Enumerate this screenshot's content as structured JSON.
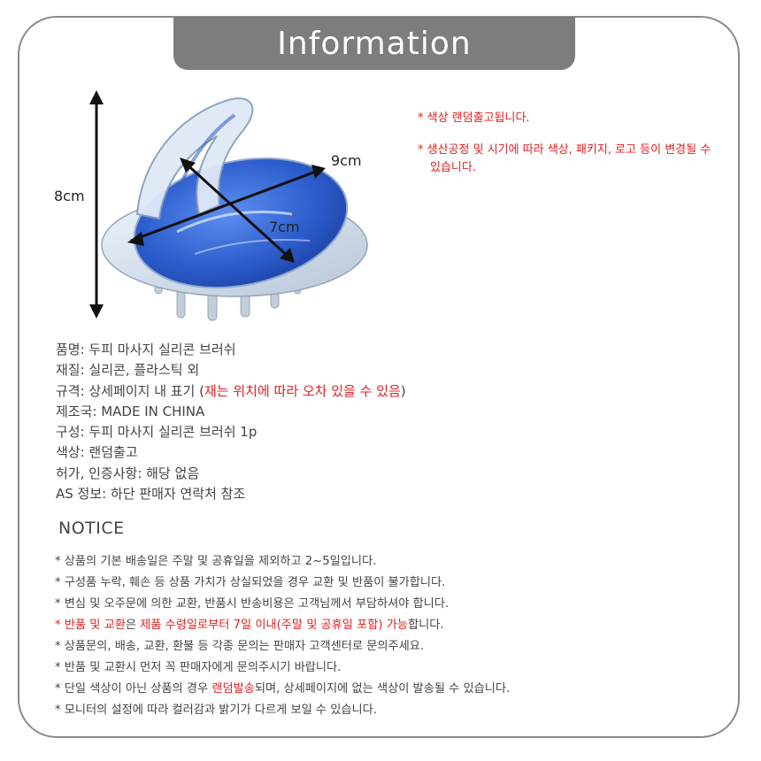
{
  "header": {
    "title": "Information"
  },
  "dimensions": {
    "height": "8cm",
    "width": "9cm",
    "depth": "7cm"
  },
  "notes": [
    "* 색상 랜덤출고됩니다.",
    "* 생산공정 및 시기에 따라 색상, 패키지, 로고 등이 변경될 수 있습니다."
  ],
  "specs": [
    {
      "text": "품명: 두피 마사지 실리콘 브러쉬"
    },
    {
      "text": "재질: 실리콘, 플라스틱 외"
    },
    {
      "text": "규격: 상세페이지 내 표기 (",
      "highlight": "재는 위치에 따라 오차 있을 수 있음",
      "suffix": ")"
    },
    {
      "text": "제조국: MADE IN CHINA"
    },
    {
      "text": "구성: 두피 마사지 실리콘 브러쉬 1p"
    },
    {
      "text": "색상: 랜덤출고"
    },
    {
      "text": "허가, 인증사항: 해당 없음"
    },
    {
      "text": " AS 정보: 하단 판매자 연락처 참조"
    }
  ],
  "notice": {
    "title": "NOTICE",
    "items": [
      {
        "text": "* 상품의 기본 배송일은 주말 및 공휴일을 제외하고 2~5일입니다."
      },
      {
        "text": "* 구성품 누락, 훼손 등 상품 가치가 상실되었을 경우 교환 및 반품이 불가합니다."
      },
      {
        "text": "* 변심 및 오주문에 의한 교환, 반품시 반송비용은 고객님께서 부담하셔야 합니다."
      },
      {
        "red1": "* 반품 및 교환",
        "text": "은 ",
        "red2": "제품 수령일로부터 7일 이내(주말 및 공휴일 포함) 가능",
        "suffix": "합니다."
      },
      {
        "text": "* 상품문의, 배송, 교환, 환불 등 각종 문의는 판매자 고객센터로 문의주세요."
      },
      {
        "text": "* 반품 및 교환시 먼저 꼭 판매자에게 문의주시기 바랍니다."
      },
      {
        "text": "* 단일 색상이 아닌 상품의 경우 ",
        "red2": "랜덤발송",
        "suffix": "되며, 상세페이지에 없는 색상이 발송될 수  있습니다."
      },
      {
        "text": " * 모니터의 설정에 따라 컬러감과 밝기가 다르게 보일 수 있습니다."
      }
    ]
  },
  "colors": {
    "accent_red": "#e02020",
    "header_gray": "#7d7d7d",
    "brush_blue": "#2f5fc8"
  },
  "icons": [
    "arrow-vertical-icon",
    "arrow-diagonal-icon"
  ]
}
